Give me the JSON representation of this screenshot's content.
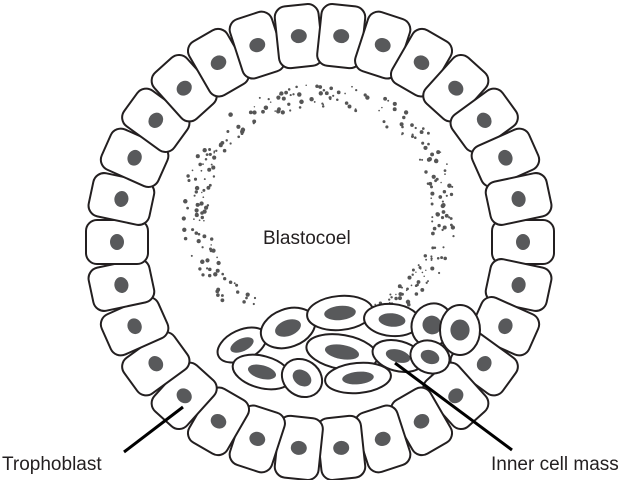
{
  "labels": {
    "blastocoel": "Blastocoel",
    "trophoblast": "Trophoblast",
    "inner_cell_mass": "Inner cell mass"
  },
  "colors": {
    "outline": "#231f20",
    "cell_fill": "#ffffff",
    "nucleus": "#58595b",
    "leader_line": "#000000",
    "speckle": "#555555"
  }
}
